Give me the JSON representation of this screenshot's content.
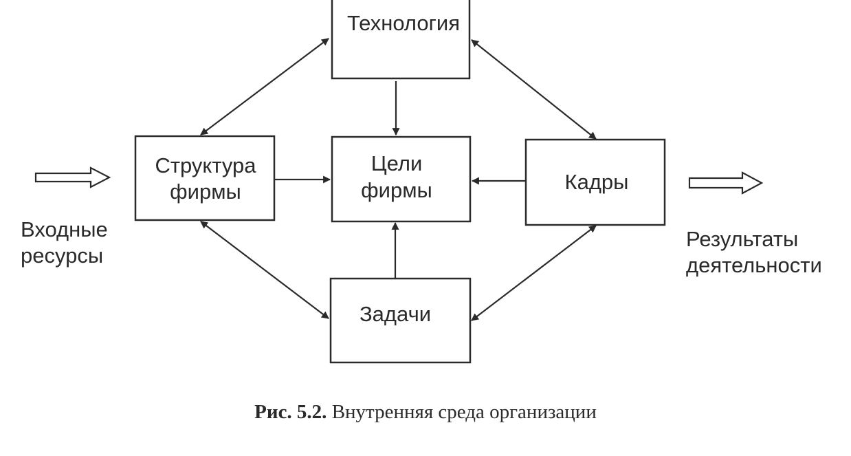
{
  "colors": {
    "ink": "#2a2a2a",
    "background": "#ffffff"
  },
  "nodes": {
    "technology": {
      "label": "Технология"
    },
    "structure": {
      "line1": "Структура",
      "line2": "фирмы"
    },
    "goals": {
      "line1": "Цели",
      "line2": "фирмы"
    },
    "staff": {
      "label": "Кадры"
    },
    "tasks": {
      "label": "Задачи"
    }
  },
  "inputs": {
    "line1": "Входные",
    "line2": "ресурсы"
  },
  "outputs": {
    "line1": "Результаты",
    "line2": "деятельности"
  },
  "caption": {
    "label": "Рис. 5.2.",
    "text": "Внутренняя среда организации"
  }
}
